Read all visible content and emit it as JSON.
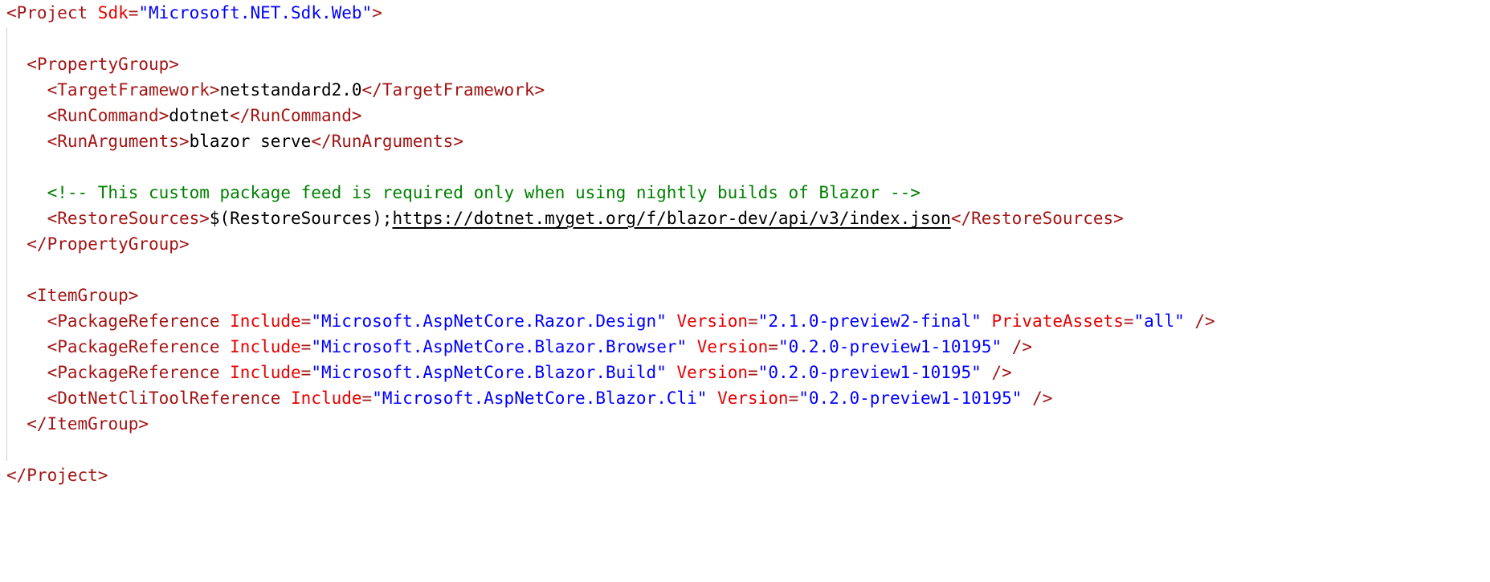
{
  "file": {
    "lines": [
      [
        {
          "k": "t",
          "s": "<Project "
        },
        {
          "k": "a",
          "s": "Sdk"
        },
        {
          "k": "t",
          "s": "="
        },
        {
          "k": "v",
          "s": "\"Microsoft.NET.Sdk.Web\""
        },
        {
          "k": "t",
          "s": ">"
        }
      ],
      [],
      [
        {
          "k": "x",
          "s": "  "
        },
        {
          "k": "t",
          "s": "<PropertyGroup>"
        }
      ],
      [
        {
          "k": "x",
          "s": "    "
        },
        {
          "k": "t",
          "s": "<TargetFramework>"
        },
        {
          "k": "x",
          "s": "netstandard2.0"
        },
        {
          "k": "t",
          "s": "</TargetFramework>"
        }
      ],
      [
        {
          "k": "x",
          "s": "    "
        },
        {
          "k": "t",
          "s": "<RunCommand>"
        },
        {
          "k": "x",
          "s": "dotnet"
        },
        {
          "k": "t",
          "s": "</RunCommand>"
        }
      ],
      [
        {
          "k": "x",
          "s": "    "
        },
        {
          "k": "t",
          "s": "<RunArguments>"
        },
        {
          "k": "x",
          "s": "blazor serve"
        },
        {
          "k": "t",
          "s": "</RunArguments>"
        }
      ],
      [],
      [
        {
          "k": "x",
          "s": "    "
        },
        {
          "k": "c",
          "s": "<!-- This custom package feed is required only when using nightly builds of Blazor -->"
        }
      ],
      [
        {
          "k": "x",
          "s": "    "
        },
        {
          "k": "t",
          "s": "<RestoreSources>"
        },
        {
          "k": "x",
          "s": "$(RestoreSources);"
        },
        {
          "k": "u",
          "s": "https://dotnet.myget.org/f/blazor-dev/api/v3/index.json"
        },
        {
          "k": "t",
          "s": "</RestoreSources>"
        }
      ],
      [
        {
          "k": "x",
          "s": "  "
        },
        {
          "k": "t",
          "s": "</PropertyGroup>"
        }
      ],
      [],
      [
        {
          "k": "x",
          "s": "  "
        },
        {
          "k": "t",
          "s": "<ItemGroup>"
        }
      ],
      [
        {
          "k": "x",
          "s": "    "
        },
        {
          "k": "t",
          "s": "<PackageReference "
        },
        {
          "k": "a",
          "s": "Include"
        },
        {
          "k": "t",
          "s": "="
        },
        {
          "k": "v",
          "s": "\"Microsoft.AspNetCore.Razor.Design\""
        },
        {
          "k": "x",
          "s": " "
        },
        {
          "k": "a",
          "s": "Version"
        },
        {
          "k": "t",
          "s": "="
        },
        {
          "k": "v",
          "s": "\"2.1.0-preview2-final\""
        },
        {
          "k": "x",
          "s": " "
        },
        {
          "k": "a",
          "s": "PrivateAssets"
        },
        {
          "k": "t",
          "s": "="
        },
        {
          "k": "v",
          "s": "\"all\""
        },
        {
          "k": "x",
          "s": " "
        },
        {
          "k": "t",
          "s": "/>"
        }
      ],
      [
        {
          "k": "x",
          "s": "    "
        },
        {
          "k": "t",
          "s": "<PackageReference "
        },
        {
          "k": "a",
          "s": "Include"
        },
        {
          "k": "t",
          "s": "="
        },
        {
          "k": "v",
          "s": "\"Microsoft.AspNetCore.Blazor.Browser\""
        },
        {
          "k": "x",
          "s": " "
        },
        {
          "k": "a",
          "s": "Version"
        },
        {
          "k": "t",
          "s": "="
        },
        {
          "k": "v",
          "s": "\"0.2.0-preview1-10195\""
        },
        {
          "k": "x",
          "s": " "
        },
        {
          "k": "t",
          "s": "/>"
        }
      ],
      [
        {
          "k": "x",
          "s": "    "
        },
        {
          "k": "t",
          "s": "<PackageReference "
        },
        {
          "k": "a",
          "s": "Include"
        },
        {
          "k": "t",
          "s": "="
        },
        {
          "k": "v",
          "s": "\"Microsoft.AspNetCore.Blazor.Build\""
        },
        {
          "k": "x",
          "s": " "
        },
        {
          "k": "a",
          "s": "Version"
        },
        {
          "k": "t",
          "s": "="
        },
        {
          "k": "v",
          "s": "\"0.2.0-preview1-10195\""
        },
        {
          "k": "x",
          "s": " "
        },
        {
          "k": "t",
          "s": "/>"
        }
      ],
      [
        {
          "k": "x",
          "s": "    "
        },
        {
          "k": "t",
          "s": "<DotNetCliToolReference "
        },
        {
          "k": "a",
          "s": "Include"
        },
        {
          "k": "t",
          "s": "="
        },
        {
          "k": "v",
          "s": "\"Microsoft.AspNetCore.Blazor.Cli\""
        },
        {
          "k": "x",
          "s": " "
        },
        {
          "k": "a",
          "s": "Version"
        },
        {
          "k": "t",
          "s": "="
        },
        {
          "k": "v",
          "s": "\"0.2.0-preview1-10195\""
        },
        {
          "k": "x",
          "s": " "
        },
        {
          "k": "t",
          "s": "/>"
        }
      ],
      [
        {
          "k": "x",
          "s": "  "
        },
        {
          "k": "t",
          "s": "</ItemGroup>"
        }
      ],
      [],
      [
        {
          "k": "t",
          "s": "</Project>"
        }
      ]
    ]
  },
  "colors": {
    "tag": "#a31515",
    "attribute": "#e50000",
    "value": "#0000ff",
    "comment": "#008000",
    "text": "#000000",
    "background": "#ffffff"
  }
}
